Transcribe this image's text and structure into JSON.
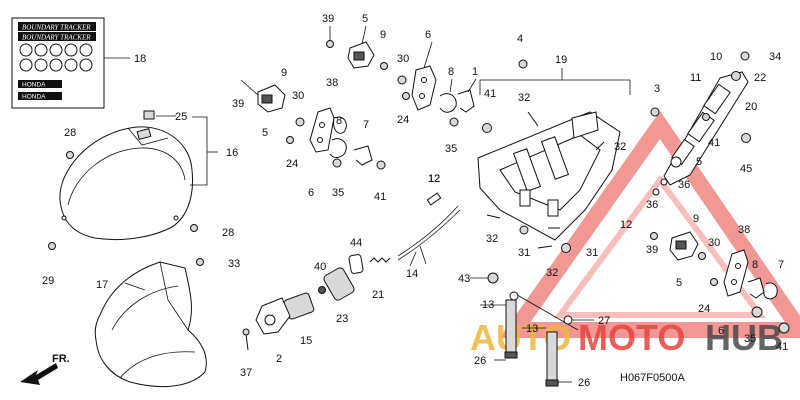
{
  "diagram": {
    "code": "H067F0500A",
    "direction_label": "FR.",
    "sticker_text": "BOUNDARY TRACKER",
    "decal_text": "HONDA",
    "watermark": {
      "word_left": "AUTO",
      "word_mid": "MOTO",
      "word_right": "HUB",
      "color_left": "#f0b63b",
      "color_mid": "#e8443c",
      "color_right": "#4a4a4a"
    },
    "callouts": [
      {
        "id": "c39a",
        "label": "39"
      },
      {
        "id": "c5a",
        "label": "5"
      },
      {
        "id": "c9a",
        "label": "9"
      },
      {
        "id": "c6a",
        "label": "6"
      },
      {
        "id": "c30a",
        "label": "30"
      },
      {
        "id": "c24a",
        "label": "24"
      },
      {
        "id": "c8a",
        "label": "8"
      },
      {
        "id": "c1",
        "label": "1"
      },
      {
        "id": "c41a",
        "label": "41"
      },
      {
        "id": "c35a",
        "label": "35"
      },
      {
        "id": "c4",
        "label": "4"
      },
      {
        "id": "c19",
        "label": "19"
      },
      {
        "id": "c10",
        "label": "10"
      },
      {
        "id": "c34",
        "label": "34"
      },
      {
        "id": "c22",
        "label": "22"
      },
      {
        "id": "c11",
        "label": "11"
      },
      {
        "id": "c20",
        "label": "20"
      },
      {
        "id": "c3",
        "label": "3"
      },
      {
        "id": "c18",
        "label": "18"
      },
      {
        "id": "c25",
        "label": "25"
      },
      {
        "id": "c28a",
        "label": "28"
      },
      {
        "id": "c16",
        "label": "16"
      },
      {
        "id": "c39b",
        "label": "39"
      },
      {
        "id": "c9b",
        "label": "9"
      },
      {
        "id": "c5b",
        "label": "5"
      },
      {
        "id": "c30b",
        "label": "30"
      },
      {
        "id": "c38a",
        "label": "38"
      },
      {
        "id": "c8b",
        "label": "8"
      },
      {
        "id": "c7a",
        "label": "7"
      },
      {
        "id": "c24b",
        "label": "24"
      },
      {
        "id": "c6b",
        "label": "6"
      },
      {
        "id": "c35b",
        "label": "35"
      },
      {
        "id": "c41b",
        "label": "41"
      },
      {
        "id": "c32a",
        "label": "32"
      },
      {
        "id": "c32b",
        "label": "32"
      },
      {
        "id": "c12a",
        "label": "12"
      },
      {
        "id": "c41c",
        "label": "41"
      },
      {
        "id": "c5c",
        "label": "5"
      },
      {
        "id": "c45",
        "label": "45"
      },
      {
        "id": "c36a",
        "label": "36"
      },
      {
        "id": "c36b",
        "label": "36"
      },
      {
        "id": "c28b",
        "label": "28"
      },
      {
        "id": "c29",
        "label": "29"
      },
      {
        "id": "c33",
        "label": "33"
      },
      {
        "id": "c17",
        "label": "17"
      },
      {
        "id": "c12b",
        "label": "12"
      },
      {
        "id": "c44",
        "label": "44"
      },
      {
        "id": "c40",
        "label": "40"
      },
      {
        "id": "c21",
        "label": "21"
      },
      {
        "id": "c14",
        "label": "14"
      },
      {
        "id": "c23",
        "label": "23"
      },
      {
        "id": "c32c",
        "label": "32"
      },
      {
        "id": "c31a",
        "label": "31"
      },
      {
        "id": "c31b",
        "label": "31"
      },
      {
        "id": "c32d",
        "label": "32"
      },
      {
        "id": "c12c",
        "label": "12"
      },
      {
        "id": "c9c",
        "label": "9"
      },
      {
        "id": "c30c",
        "label": "30"
      },
      {
        "id": "c39c",
        "label": "39"
      },
      {
        "id": "c5d",
        "label": "5"
      },
      {
        "id": "c38b",
        "label": "38"
      },
      {
        "id": "c8c",
        "label": "8"
      },
      {
        "id": "c7b",
        "label": "7"
      },
      {
        "id": "c24c",
        "label": "24"
      },
      {
        "id": "c6c",
        "label": "6"
      },
      {
        "id": "c35c",
        "label": "35"
      },
      {
        "id": "c41d",
        "label": "41"
      },
      {
        "id": "c43",
        "label": "43"
      },
      {
        "id": "c13a",
        "label": "13"
      },
      {
        "id": "c27",
        "label": "27"
      },
      {
        "id": "c13b",
        "label": "13"
      },
      {
        "id": "c26a",
        "label": "26"
      },
      {
        "id": "c26b",
        "label": "26"
      },
      {
        "id": "c37",
        "label": "37"
      },
      {
        "id": "c2",
        "label": "2"
      },
      {
        "id": "c15",
        "label": "15"
      }
    ]
  }
}
